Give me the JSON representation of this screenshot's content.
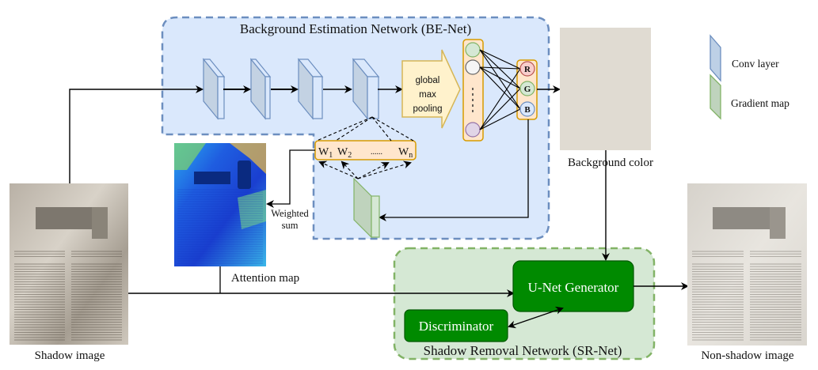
{
  "be_net": {
    "title": "Background Estimation Network (BE-Net)",
    "pooling_label_lines": [
      "global",
      "max",
      "pooling"
    ],
    "rgb_nodes": [
      "R",
      "G",
      "B"
    ],
    "weights": {
      "w1": "W",
      "w1_sub": "1",
      "w2": "W",
      "w2_sub": "2",
      "dots": "......",
      "wn": "W",
      "wn_sub": "n"
    },
    "weighted_sum_lines": [
      "Weighted",
      "sum"
    ]
  },
  "sr_net": {
    "title": "Shadow Removal Network (SR-Net)",
    "generator_label": "U-Net Generator",
    "discriminator_label": "Discriminator"
  },
  "labels": {
    "shadow_image": "Shadow image",
    "attention_map": "Attention map",
    "background_color": "Background color",
    "non_shadow_image": "Non-shadow image"
  },
  "legend": {
    "items": [
      {
        "label": "Conv layer",
        "color": "#6c8ebf"
      },
      {
        "label": "Gradient map",
        "color": "#82b366"
      }
    ]
  },
  "colors": {
    "be_net_fill": "#dae8fc",
    "be_net_border": "#6c8ebf",
    "sr_net_fill": "#d5e8d4",
    "sr_net_border": "#82b366",
    "generator_fill": "#008a00",
    "pooling_fill": "#fff2cc",
    "pooling_border": "#d6b656",
    "vector_fill": "#ffe6cc",
    "vector_border": "#d79b00",
    "background_color_swatch": "#e0dbd2"
  }
}
